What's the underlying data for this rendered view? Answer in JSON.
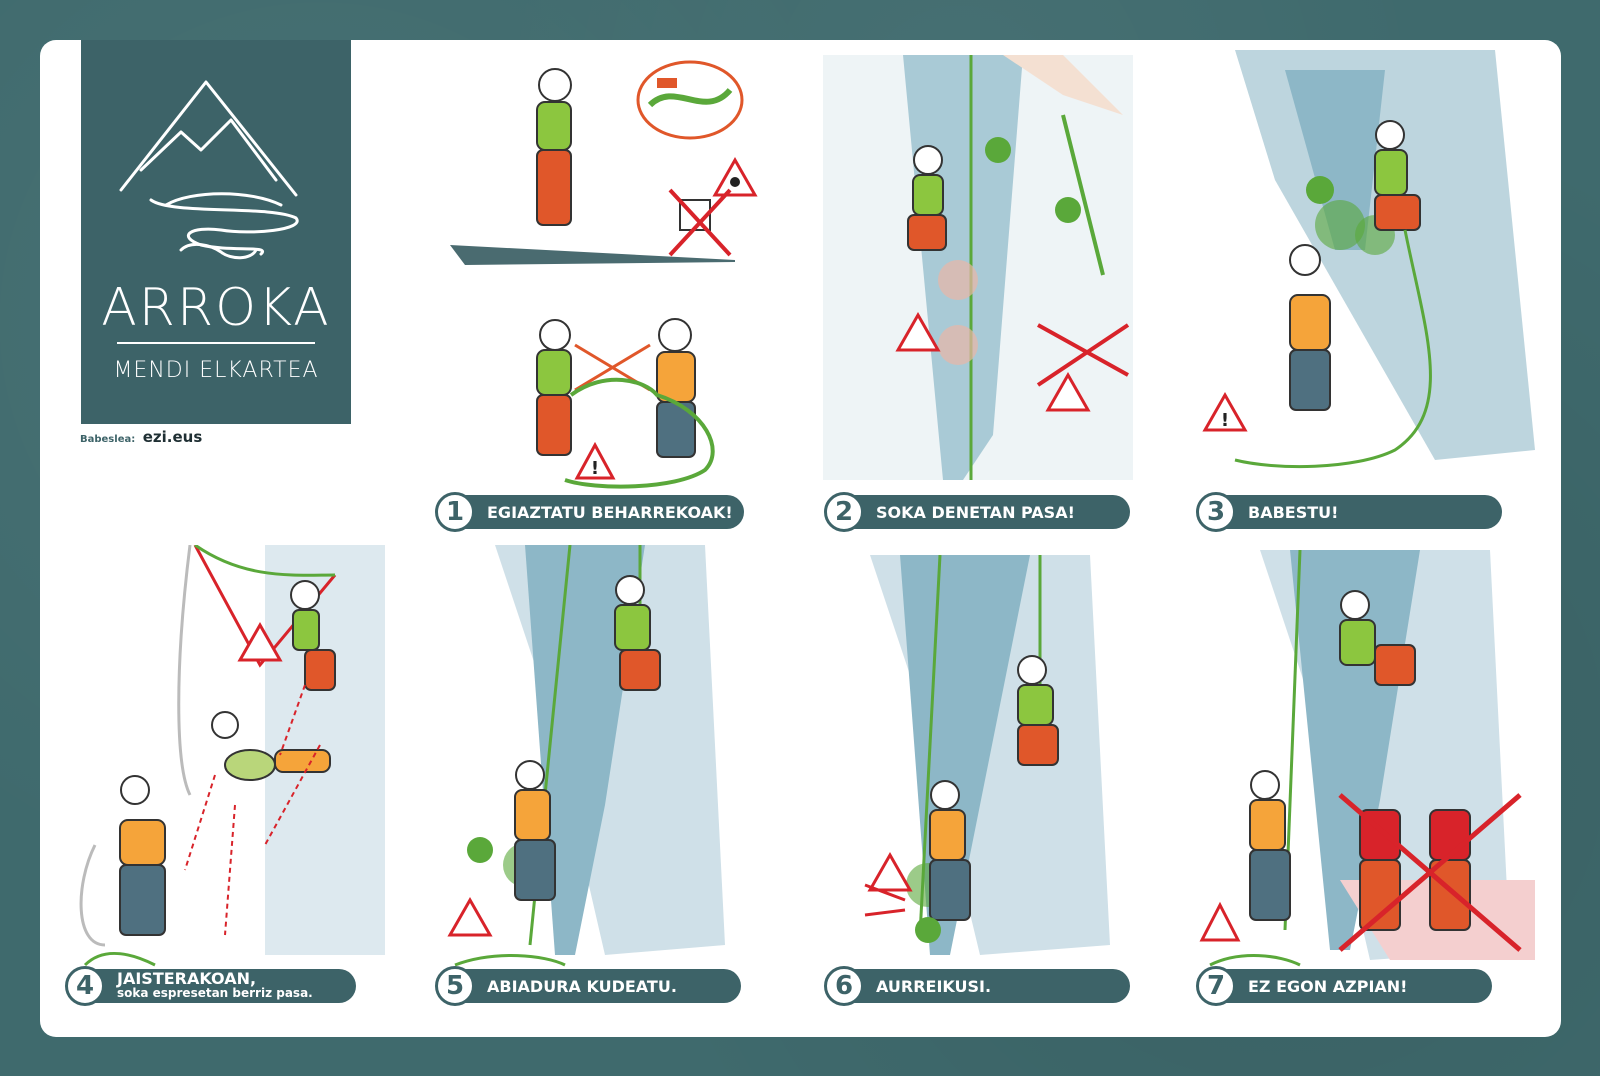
{
  "logo": {
    "title": "ARROKA",
    "subtitle": "MENDI ELKARTEA"
  },
  "sponsor": {
    "label": "Babeslea:",
    "brand": "ezi.eus"
  },
  "steps": [
    {
      "num": "1",
      "text": "EGIAZTATU BEHARREKOAK!"
    },
    {
      "num": "2",
      "text": "SOKA DENETAN PASA!"
    },
    {
      "num": "3",
      "text": "BABESTU!"
    },
    {
      "num": "4",
      "text": "JAISTERAKOAN,",
      "subtext": "soka espresetan berriz pasa."
    },
    {
      "num": "5",
      "text": "ABIADURA KUDEATU."
    },
    {
      "num": "6",
      "text": "AURREIKUSI."
    },
    {
      "num": "7",
      "text": "EZ EGON AZPIAN!"
    }
  ],
  "colors": {
    "background": "#3f6a6d",
    "brand": "#3d6368",
    "green": "#5aa83a",
    "orange": "#e0572a",
    "red": "#d8232a",
    "wall": "#b9d3dc"
  },
  "icons": [
    "mountain-logo-icon",
    "warning-skull-icon",
    "warning-icon",
    "thumbs-up-icon",
    "climber-figure-icon",
    "carabiner-icon"
  ]
}
